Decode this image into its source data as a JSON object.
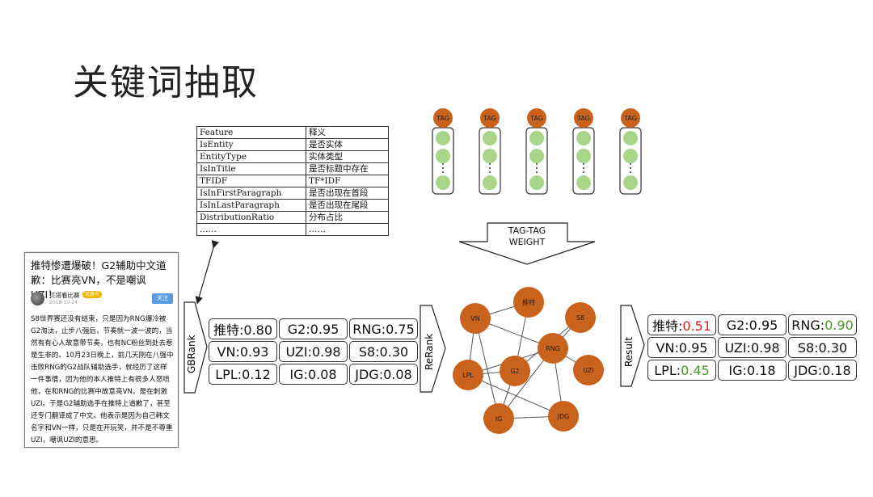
{
  "title": "关键词抽取",
  "feature_table": {
    "headers": [
      "Feature",
      "释义"
    ],
    "rows": [
      [
        "IsEntity",
        "是否实体"
      ],
      [
        "EntityType",
        "实体类型"
      ],
      [
        "IsInTitle",
        "是否标题中存在"
      ],
      [
        "TFIDF",
        "TF*IDF"
      ],
      [
        "IsInFirstParagraph",
        "是否出现在首段"
      ],
      [
        "IsInLastParagraph",
        "是否出现在尾段"
      ],
      [
        "DistributionRatio",
        "分布占比"
      ],
      [
        "……",
        "……"
      ]
    ]
  },
  "article": {
    "title": "推特惨遭爆破！G2辅助中文道歉：比赛亮VN，不是嘲讽UZI！",
    "author": "贝塔看比赛",
    "badge": "优质号",
    "date": "2018-10-24",
    "follow_label": "关注",
    "body": "S8世界赛还没有结束，只是因为RNG爆冷被G2淘汰，止步八强后，节奏就一波一波的，当然有有心人故意带节奏，也有NC粉丝到处去惹是生非的。10月23日晚上，前几天刚在八强中击败RNG的G2战队辅助选手，就经历了这样一件事情，因为他的本人推特上有很多人怒喷他，在和RNG的比赛中故意亮VN，是在刺激UZI。于是G2辅助选手在推特上道歉了，甚至还专门翻译成了中文。他表示是因为自己韩文名字和VN一样，只是在开玩笑，并不是不尊重UZI，嘲讽UZI的意思。"
  },
  "labels": {
    "gbrank": "GBRank",
    "rerank": "ReRank",
    "result": "Result",
    "weight_line1": "TAG-TAG",
    "weight_line2": "WEIGHT"
  },
  "gbrank_keywords": [
    [
      {
        "k": "推特",
        "v": "0.80"
      },
      {
        "k": "G2",
        "v": "0.95"
      },
      {
        "k": "RNG",
        "v": "0.75"
      }
    ],
    [
      {
        "k": "VN",
        "v": "0.93"
      },
      {
        "k": "UZI",
        "v": "0.98"
      },
      {
        "k": "S8",
        "v": "0.30"
      }
    ],
    [
      {
        "k": "LPL",
        "v": "0.12"
      },
      {
        "k": "IG",
        "v": "0.08"
      },
      {
        "k": "JDG",
        "v": "0.08"
      }
    ]
  ],
  "result_keywords": [
    [
      {
        "k": "推特",
        "v": "0.51",
        "c": "red"
      },
      {
        "k": "G2",
        "v": "0.95"
      },
      {
        "k": "RNG",
        "v": "0.90",
        "c": "green"
      }
    ],
    [
      {
        "k": "VN",
        "v": "0.95"
      },
      {
        "k": "UZI",
        "v": "0.98"
      },
      {
        "k": "S8",
        "v": "0.30"
      }
    ],
    [
      {
        "k": "LPL",
        "v": "0.45",
        "c": "green"
      },
      {
        "k": "IG",
        "v": "0.18"
      },
      {
        "k": "JDG",
        "v": "0.18"
      }
    ]
  ],
  "tag_label": "TAG",
  "tag_columns": 5,
  "graph_nodes": [
    "VN",
    "推特",
    "S8",
    "RNG",
    "UZI",
    "LPL",
    "G2",
    "IG",
    "JDG"
  ],
  "colors": {
    "node_orange": "#c9621c",
    "dot_green": "#a8d58a",
    "red": "#e02020",
    "green": "#4a9a2a"
  }
}
